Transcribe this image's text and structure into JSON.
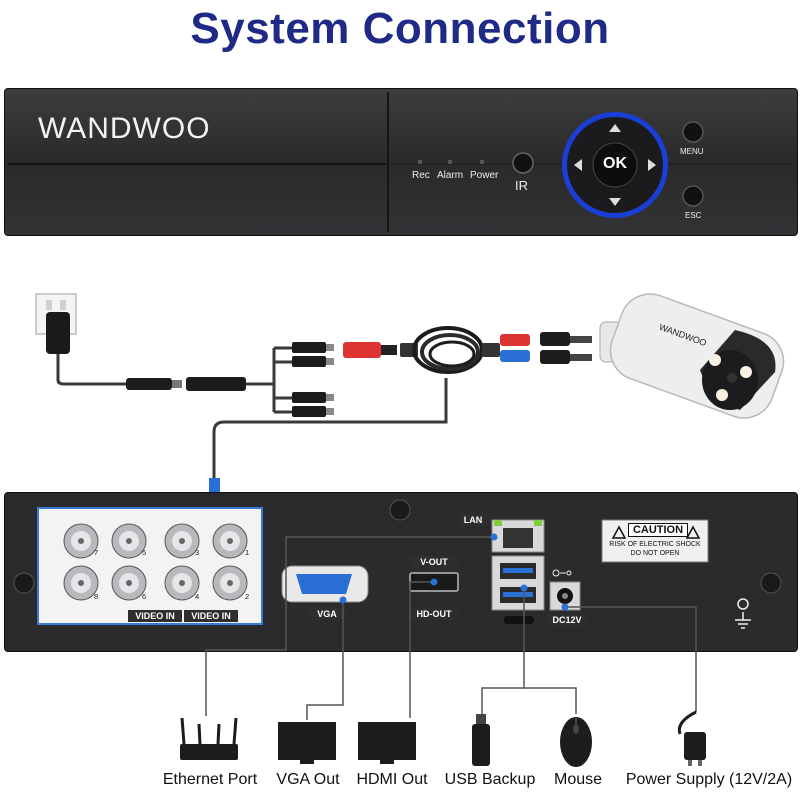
{
  "title": "System Connection",
  "dvr_front": {
    "brand": "WANDWOO",
    "indicators": [
      "Rec",
      "Alarm",
      "Power"
    ],
    "ir_label": "IR",
    "ok_label": "OK",
    "menu_label": "MENU",
    "esc_label": "ESC"
  },
  "camera": {
    "brand": "WANDWOO"
  },
  "dvr_rear": {
    "video_in_labels": [
      "VIDEO IN",
      "VIDEO IN"
    ],
    "channel_numbers": [
      "7",
      "5",
      "3",
      "1",
      "8",
      "6",
      "4",
      "2"
    ],
    "lan_label": "LAN",
    "vout_label": "V-OUT",
    "vga_label": "VGA",
    "hdout_label": "HD-OUT",
    "dc_label": "DC12V",
    "caution": {
      "title": "CAUTION",
      "line1": "RISK OF ELECTRIC SHOCK",
      "line2": "DO NOT OPEN"
    }
  },
  "devices": [
    {
      "name": "ethernet-port",
      "label": "Ethernet Port",
      "icon": "router-icon"
    },
    {
      "name": "vga-out",
      "label": "VGA Out",
      "icon": "monitor-icon"
    },
    {
      "name": "hdmi-out",
      "label": "HDMI Out",
      "icon": "monitor-icon"
    },
    {
      "name": "usb-backup",
      "label": "USB Backup",
      "icon": "usb-drive-icon"
    },
    {
      "name": "mouse",
      "label": "Mouse",
      "icon": "mouse-icon"
    },
    {
      "name": "power-supply",
      "label": "Power Supply (12V/2A)",
      "icon": "power-adapter-icon"
    }
  ],
  "colors": {
    "title": "#1f2a86",
    "accent_ring": "#1a3fd6",
    "wire": "#3a3a3a",
    "highlight_box": "#3a7bd5"
  }
}
